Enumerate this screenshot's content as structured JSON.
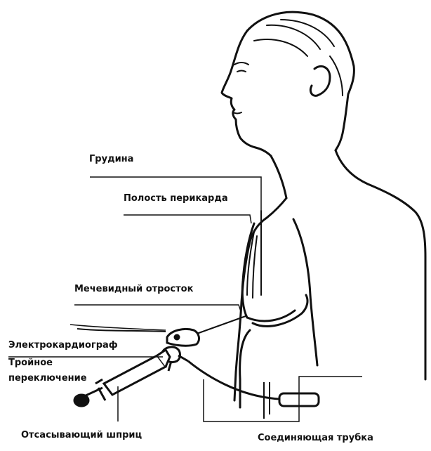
{
  "labels": {
    "sternum": "Грудина",
    "pericardial_cavity": "Полость перикарда",
    "xiphoid_process": "Мечевидный отросток",
    "electrocardiograph": "Электрокардиограф",
    "three_way_line1": "Тройное",
    "three_way_line2": "переключение",
    "aspiration_syringe": "Отсасывающий шприц",
    "connecting_tube": "Соединяющая трубка"
  }
}
